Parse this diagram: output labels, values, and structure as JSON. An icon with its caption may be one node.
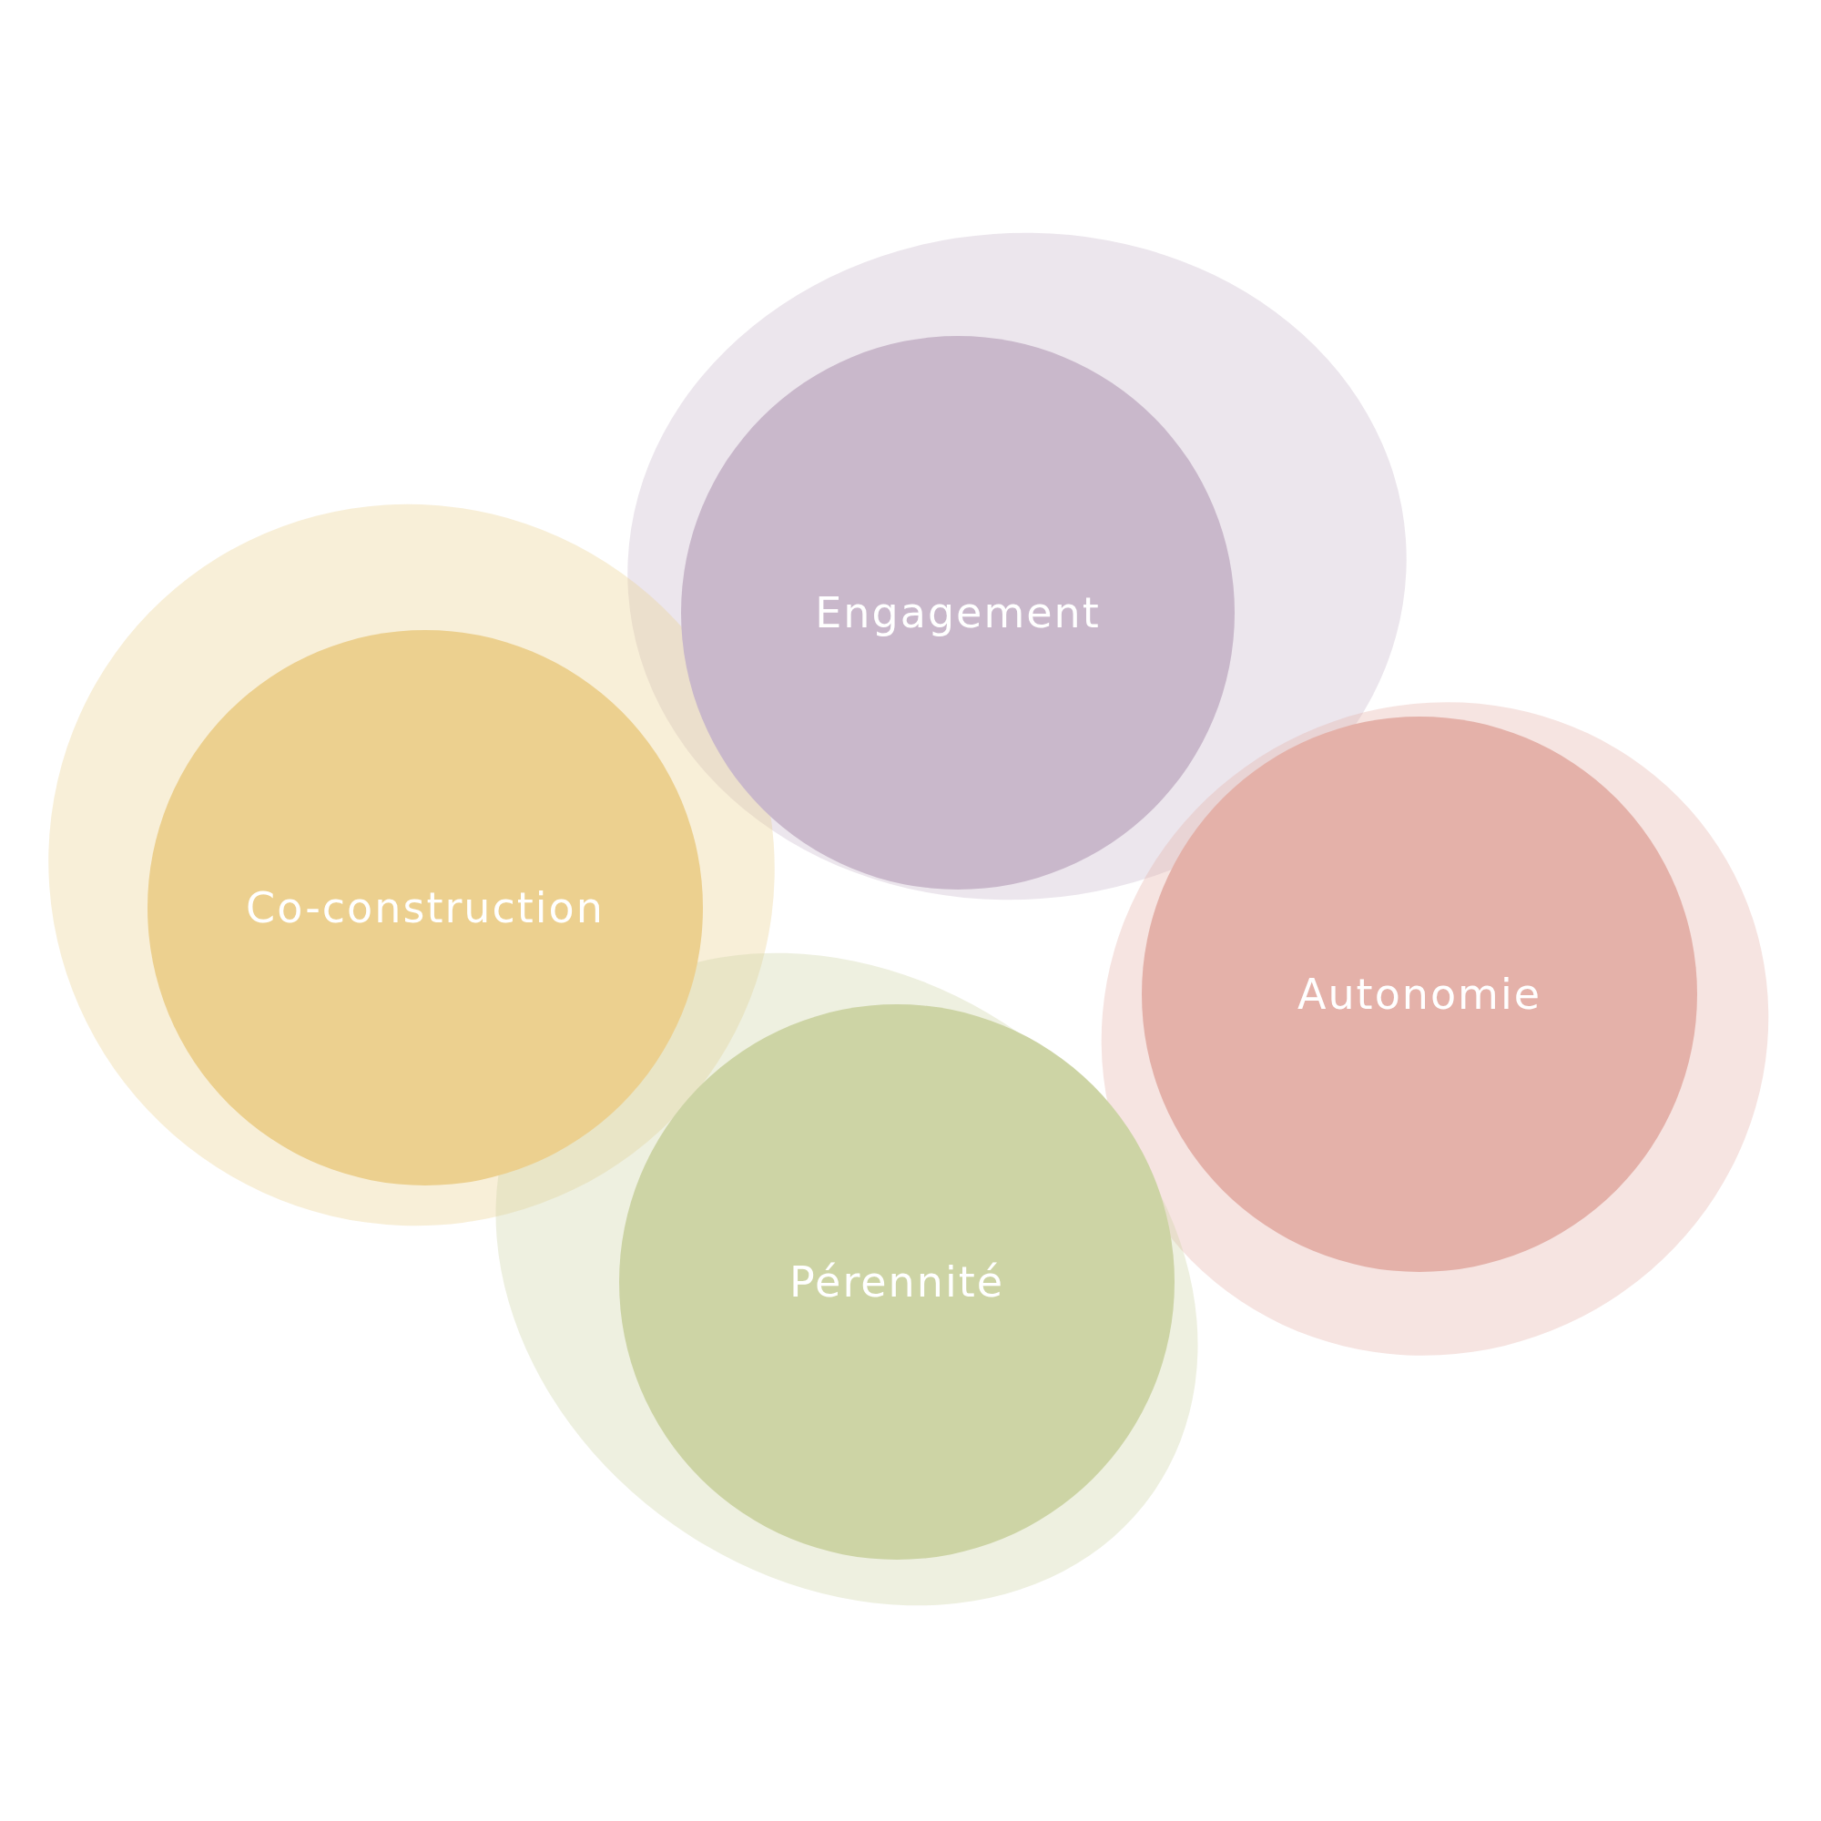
{
  "diagram": {
    "nodes": [
      {
        "text": [
          "Engagement"
        ]
      },
      {
        "text": [
          "Co-construction"
        ]
      },
      {
        "text": [
          "Autonomie"
        ]
      },
      {
        "text": [
          "Pérennité"
        ]
      }
    ]
  }
}
